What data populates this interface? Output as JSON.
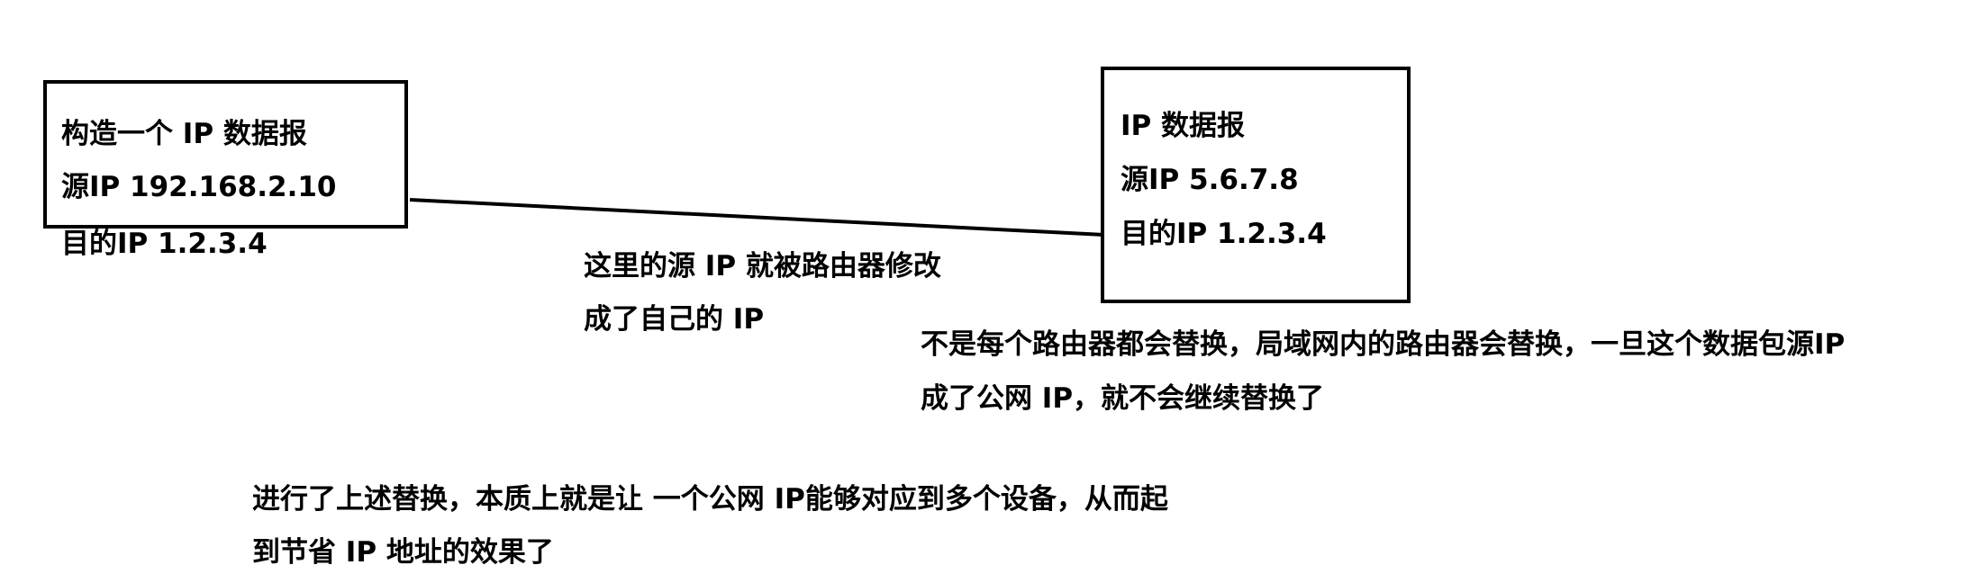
{
  "left_box": {
    "line1": "构造一个 IP 数据报",
    "line2": "源IP 192.168.2.10",
    "line3": "目的IP 1.2.3.4"
  },
  "right_box": {
    "line1": "IP 数据报",
    "line2": "源IP 5.6.7.8",
    "line3": "目的IP 1.2.3.4"
  },
  "middle_note": {
    "line1": "这里的源 IP 就被路由器修改",
    "line2": "成了自己的 IP"
  },
  "right_note": {
    "line1": "不是每个路由器都会替换，局域网内的路由器会替换，一旦这个数据包源IP",
    "line2": "成了公网 IP，就不会继续替换了"
  },
  "bottom_note": {
    "line1": "进行了上述替换，本质上就是让 一个公网 IP能够对应到多个设备，从而起",
    "line2": "到节省 IP 地址的效果了"
  },
  "colors": {
    "ink": "#000000",
    "background": "#ffffff"
  }
}
